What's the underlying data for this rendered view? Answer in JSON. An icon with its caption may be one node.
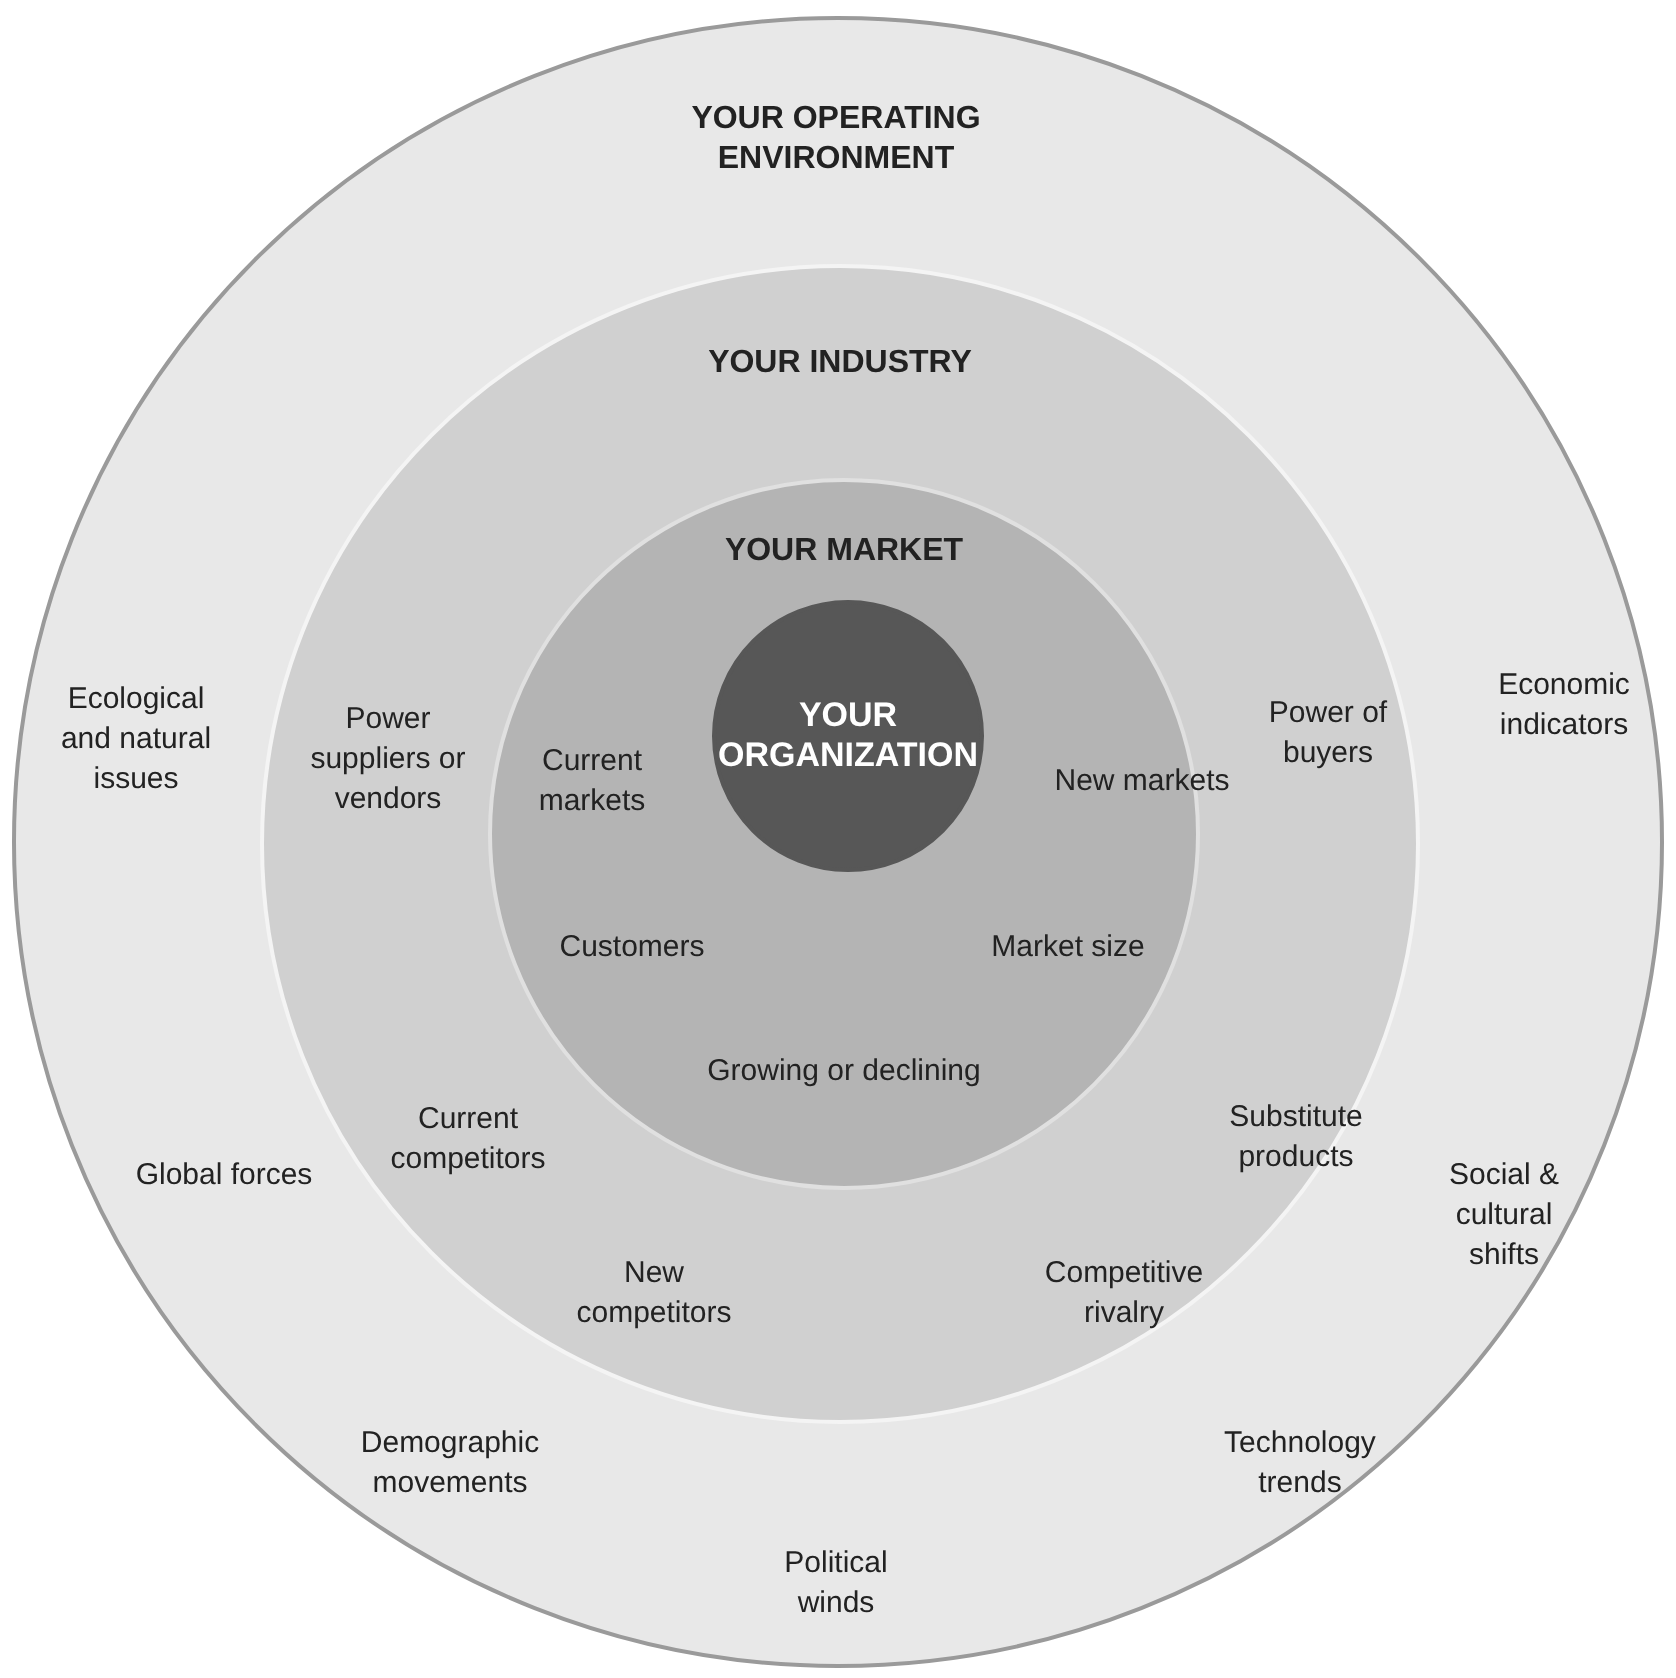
{
  "diagram": {
    "nodes": [
      {
        "text": [
          "YOUR OPERATING ENVIRONMENT",
          "Ecological and natural issues",
          "Economic indicators",
          "Global forces",
          "Social & cultural shifts",
          "Demographic movements",
          "Technology trends",
          "Political winds"
        ]
      },
      {
        "text": [
          "YOUR INDUSTRY",
          "Power suppliers or vendors",
          "Power of buyers",
          "Current competitors",
          "Substitute products",
          "New competitors",
          "Competitive rivalry"
        ],
        "in": 0
      },
      {
        "text": [
          "YOUR MARKET",
          "Current markets",
          "New markets",
          "Customers",
          "Market size",
          "Growing or declining"
        ],
        "in": 1
      },
      {
        "text": [
          "YOUR ORGANIZATION"
        ],
        "in": 2
      }
    ]
  }
}
